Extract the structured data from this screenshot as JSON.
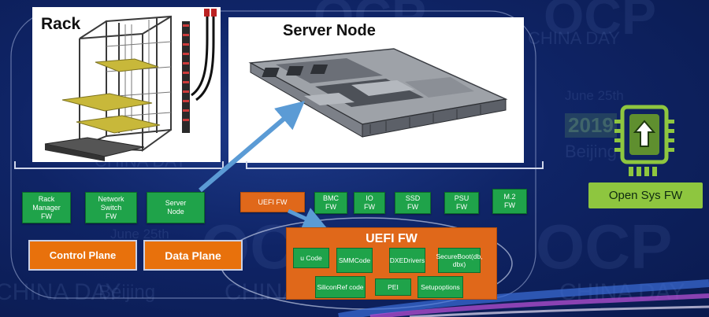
{
  "watermark": {
    "ocp": "OCP",
    "year": "2019",
    "china_day": "CHINA DAY",
    "date": "June 25th",
    "city": "Beijing"
  },
  "rack": {
    "title": "Rack"
  },
  "server_node": {
    "title": "Server Node"
  },
  "rack_components": [
    {
      "label": "Rack Manager FW",
      "lines": [
        "Rack",
        "Manager",
        "FW"
      ]
    },
    {
      "label": "Network Switch FW",
      "lines": [
        "Network",
        "Switch",
        "FW"
      ]
    },
    {
      "label": "Server Node",
      "lines": [
        "Server",
        "Node"
      ]
    }
  ],
  "node_firmware": [
    {
      "label": "UEFI FW",
      "lines": [
        "UEFI FW"
      ],
      "color": "#e0681a"
    },
    {
      "label": "BMC FW",
      "lines": [
        "BMC",
        "FW"
      ],
      "color": "#1fa34a"
    },
    {
      "label": "IO FW",
      "lines": [
        "IO",
        "FW"
      ],
      "color": "#1fa34a"
    },
    {
      "label": "SSD FW",
      "lines": [
        "SSD",
        "FW"
      ],
      "color": "#1fa34a"
    },
    {
      "label": "PSU FW",
      "lines": [
        "PSU",
        "FW"
      ],
      "color": "#1fa34a"
    },
    {
      "label": "M.2 FW",
      "lines": [
        "M.2",
        "FW"
      ],
      "color": "#1fa34a"
    }
  ],
  "planes": {
    "control": "Control Plane",
    "data": "Data Plane"
  },
  "uefi_fw": {
    "title": "UEFI FW",
    "components": [
      {
        "label": "u Code",
        "lines": [
          "u Code"
        ]
      },
      {
        "label": "SMM Code",
        "lines": [
          "SMM",
          "Code"
        ]
      },
      {
        "label": "DXE Drivers",
        "lines": [
          "DXE",
          "Drivers"
        ]
      },
      {
        "label": "Secure Boot (db, dbx)",
        "lines": [
          "Secure",
          "Boot",
          "(db, dbx)"
        ]
      },
      {
        "label": "Silicon Ref code",
        "lines": [
          "Silicon",
          "Ref code"
        ]
      },
      {
        "label": "PEI",
        "lines": [
          "PEI"
        ]
      },
      {
        "label": "Setup options",
        "lines": [
          "Setup",
          "options"
        ]
      }
    ]
  },
  "open_sys_fw": {
    "label": "Open Sys FW",
    "icon": "chip-upload-icon",
    "color": "#8ec63f"
  },
  "colors": {
    "background": "#0f2466",
    "component_green": "#1fa34a",
    "plane_orange": "#e8710c",
    "uefi_orange": "#e0681a",
    "arrow_blue": "#5b9bd5"
  }
}
